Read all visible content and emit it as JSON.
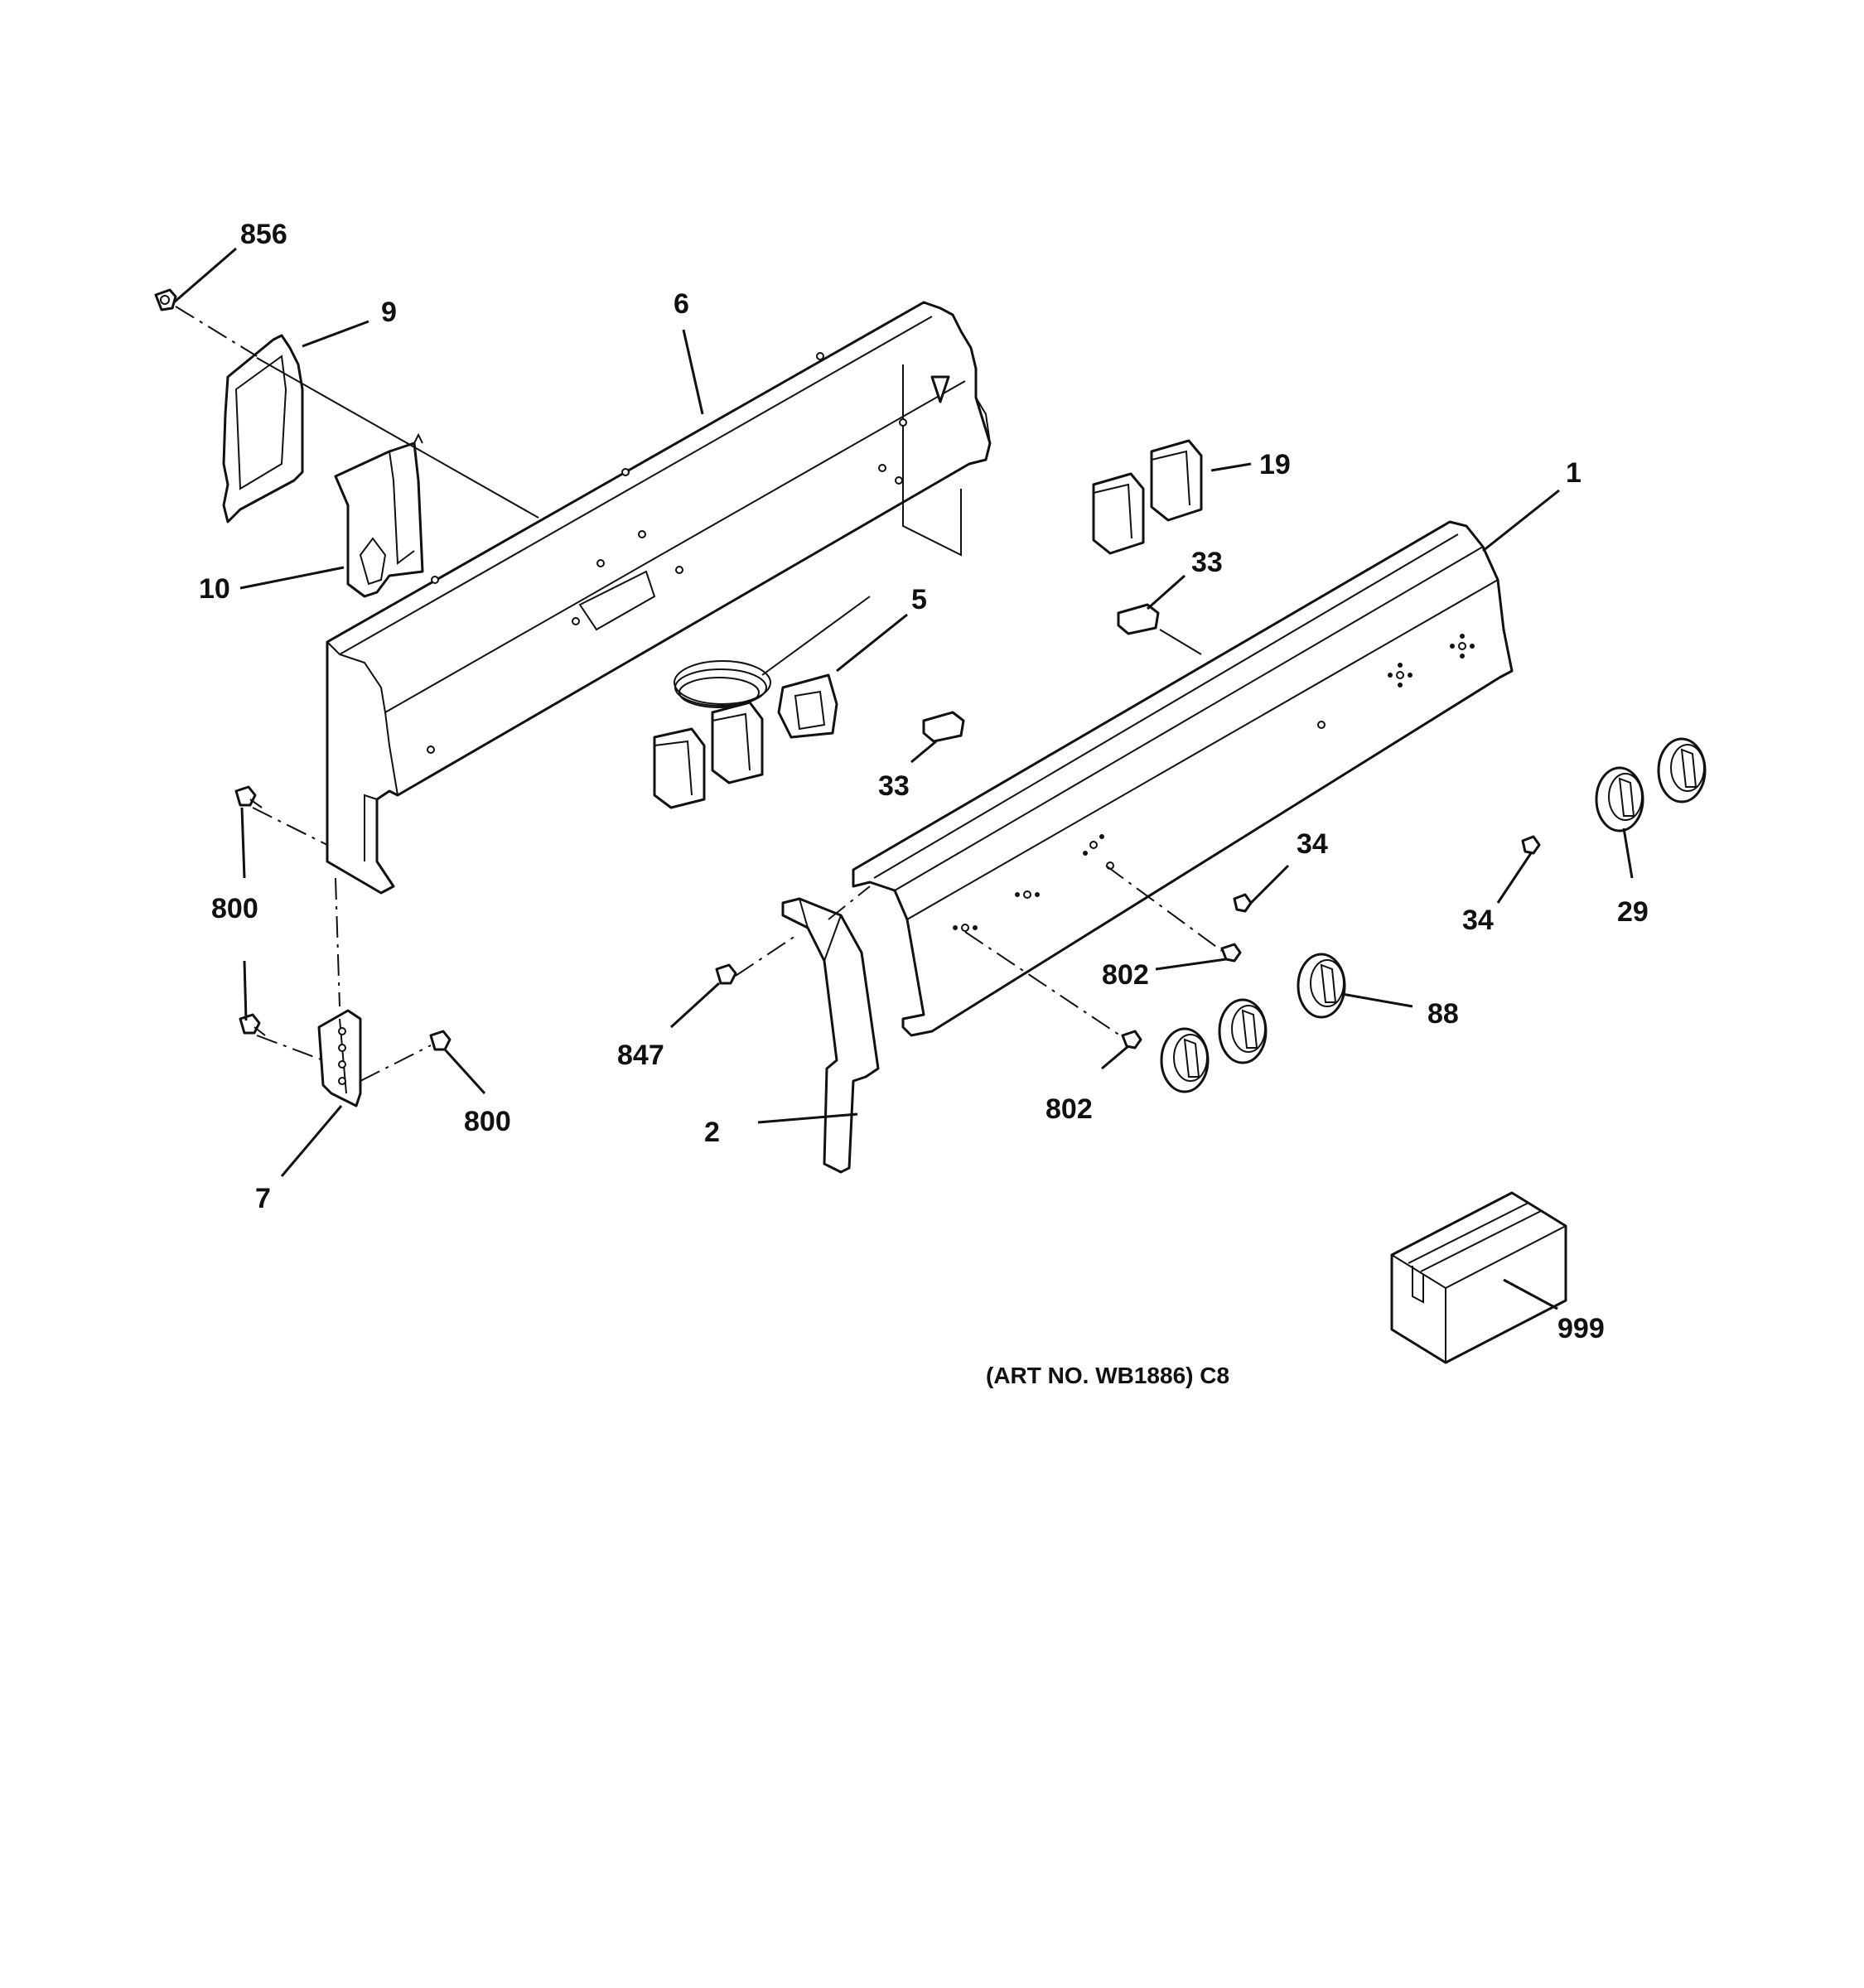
{
  "caption": "(ART NO. WB1886) C8",
  "callouts": {
    "c856": "856",
    "c9": "9",
    "c6": "6",
    "c10": "10",
    "c19": "19",
    "c1": "1",
    "c33a": "33",
    "c5": "5",
    "c33b": "33",
    "c800a": "800",
    "c800b": "800",
    "c7": "7",
    "c847": "847",
    "c2": "2",
    "c34a": "34",
    "c34b": "34",
    "c29": "29",
    "c802a": "802",
    "c802b": "802",
    "c88": "88",
    "c999": "999"
  }
}
